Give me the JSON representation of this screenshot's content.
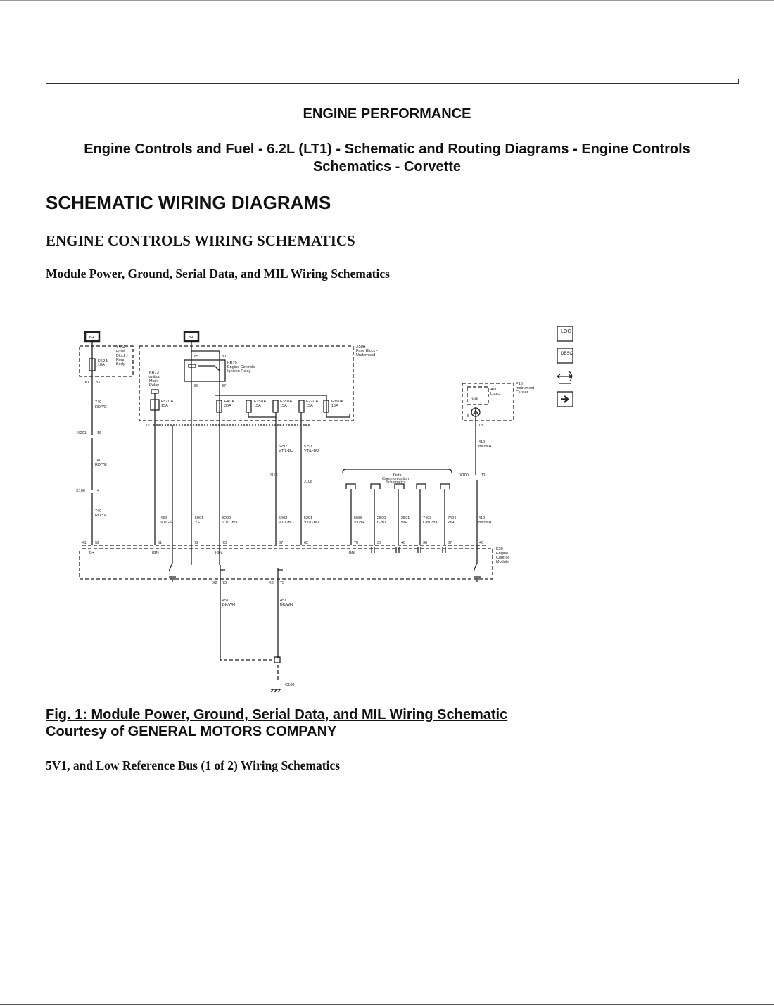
{
  "header": {
    "category": "ENGINE PERFORMANCE",
    "doc_title_line1": "Engine Controls and Fuel - 6.2L (LT1) - Schematic and Routing Diagrams - Engine Controls",
    "doc_title_line2": "Schematics - Corvette"
  },
  "section_title": "SCHEMATIC WIRING DIAGRAMS",
  "subsection_title": "ENGINE CONTROLS WIRING SCHEMATICS",
  "diagram_title": "Module Power, Ground, Serial Data, and MIL Wiring Schematics",
  "figure": {
    "caption": "Fig. 1: Module Power, Ground, Serial Data, and MIL Wiring Schematic",
    "courtesy": "Courtesy of GENERAL MOTORS COMPANY"
  },
  "next_heading": "5V1, and Low Reference Bus (1 of 2) Wiring Schematics",
  "diagram": {
    "labels": {
      "bplus1": "B+",
      "bplus2": "B+",
      "x53a": "X53A",
      "x53a_d1": "Fuse",
      "x53a_d2": "Block -",
      "x53a_d3": "Rear",
      "x53a_d4": "Body",
      "f5ra": "F5RA",
      "f5ra_a": "10A",
      "x1": "X1",
      "p33": "33",
      "x50a": "X50A",
      "x50a_d1": "Fuse Block -",
      "x50a_d2": "Underhood",
      "p85": "85",
      "p30": "30",
      "p86": "86",
      "p87": "87",
      "kr75": "KR75",
      "kr75_d1": "Engine Controls",
      "kr75_d2": "Ignition Relay",
      "kr73": "KR73",
      "kr73_d1": "Ignition",
      "kr73_d2": "Main",
      "kr73_d3": "Relay",
      "f52ua": "F52UA",
      "f52ua_a": "15A",
      "f4ua": "F4UA",
      "f4ua_a": "30A",
      "f15ua": "F15UA",
      "f15ua_a": "15A",
      "f38ua": "F38UA",
      "f38ua_a": "15A",
      "f27ua": "F27UA",
      "f27ua_a": "15A",
      "f36ua": "F36UA",
      "f36ua_a": "15A",
      "x2a": "X2",
      "l6": "L6",
      "j6": "J6",
      "k2": "K2",
      "m7": "M7",
      "l7": "L7",
      "w740a": "740",
      "w740a_c": "RD/YE",
      "x201": "X201",
      "p16": "16",
      "w740b": "740",
      "w740b_c": "RD/YE",
      "x100a": "X100",
      "p4": "4",
      "w740c": "740",
      "w740c_c": "RD/YE",
      "w5292a": "5292",
      "w5292a_c": "VT/L-BU",
      "w5291a": "5291",
      "w5291a_c": "VT/L-BU",
      "j113": "J113",
      "j108": "J108",
      "data1": "Data",
      "data2": "Communication",
      "data3": "Schematics",
      "w439": "439",
      "w439_c": "VT/GN",
      "w5991": "5991",
      "w5991_c": "YE",
      "w5290": "5290",
      "w5290_c": "VT/L-BU",
      "w5292b": "5292",
      "w5292b_c": "VT/L-BU",
      "w5291b": "5291",
      "w5291b_c": "VT/L-BU",
      "w5985": "5985",
      "w5985_c": "VT/YE",
      "w2500": "2500",
      "w2500_c": "L-BU",
      "w2501": "2501",
      "w2501_c": "WH",
      "w7493": "7493",
      "w7493_c": "L-BU/BK",
      "w7494": "7494",
      "w7494_c": "WH",
      "w419a": "419",
      "w419a_c": "BN/WH",
      "w419b": "419",
      "w419b_c": "BN/WH",
      "x100b": "X100",
      "p11": "11",
      "p16u": "P16",
      "p16_d1": "Instrument",
      "p16_d2": "Cluster",
      "a90": "A90",
      "a90_d": "Logic",
      "ign_p16": "IGN",
      "p18": "18",
      "p5": "5",
      "x1b": "X1",
      "p52": "52",
      "p51": "51",
      "p72": "72",
      "p73": "73",
      "p67": "67",
      "p62": "62",
      "p70": "70",
      "p39": "39",
      "p40": "40",
      "p36": "36",
      "p37": "37",
      "p46": "46",
      "bplus_k": "B+",
      "ign1": "IGN",
      "ign2": "IGN",
      "ign3": "IGN",
      "k20": "K20",
      "k20_d1": "Engine",
      "k20_d2": "Control",
      "k20_d3": "Module",
      "x2b": "X2",
      "p73b": "73",
      "x3": "X3",
      "p73c": "73",
      "w451a": "451",
      "w451a_c": "BK/WH",
      "w451b": "451",
      "w451b_c": "BK/WH",
      "g100": "G100"
    },
    "nav_icons": {
      "loc": "LOC",
      "desc": "DESC"
    }
  }
}
